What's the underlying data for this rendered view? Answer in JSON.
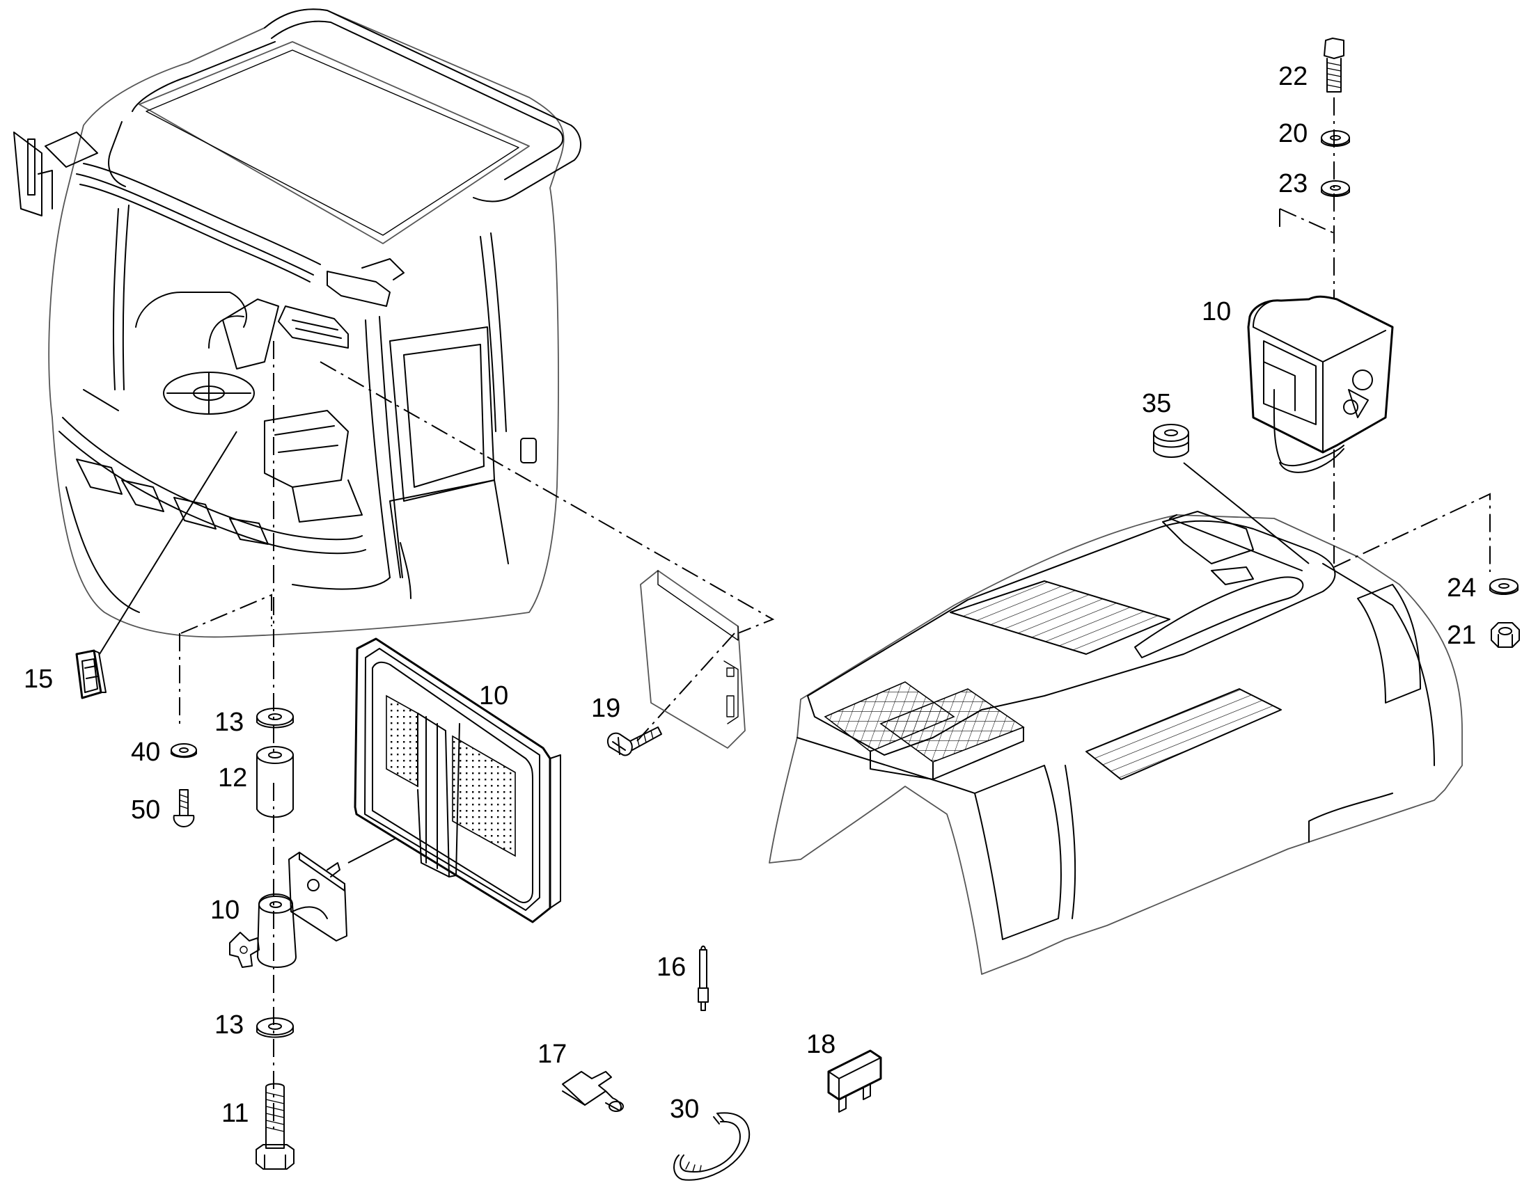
{
  "callouts": {
    "c22": "22",
    "c20": "20",
    "c23": "23",
    "c10_beacon": "10",
    "c35": "35",
    "c24": "24",
    "c21": "21",
    "c15": "15",
    "c13_top": "13",
    "c40": "40",
    "c50": "50",
    "c12": "12",
    "c10_lamp": "10",
    "c10_mount": "10",
    "c19": "19",
    "c16": "16",
    "c13_bottom": "13",
    "c11": "11",
    "c17": "17",
    "c18": "18",
    "c30": "30"
  },
  "icons": {
    "cab": "operator-cab",
    "hood": "engine-hood",
    "beacon": "rotating-beacon",
    "work_lamp": "work-lamp",
    "control_unit": "control-unit",
    "bolt": "hex-bolt",
    "washer": "washer",
    "nut": "hex-nut",
    "screw": "pan-head-screw",
    "switch": "rocker-switch",
    "spacer": "spacer-sleeve",
    "grommet": "rubber-grommet",
    "pin": "cable-pin",
    "connector": "plug-connector",
    "fuse": "blade-fuse",
    "clamp": "hose-clamp"
  },
  "colors": {
    "line": "#000000",
    "background": "#ffffff",
    "secondary_line": "#555555"
  }
}
